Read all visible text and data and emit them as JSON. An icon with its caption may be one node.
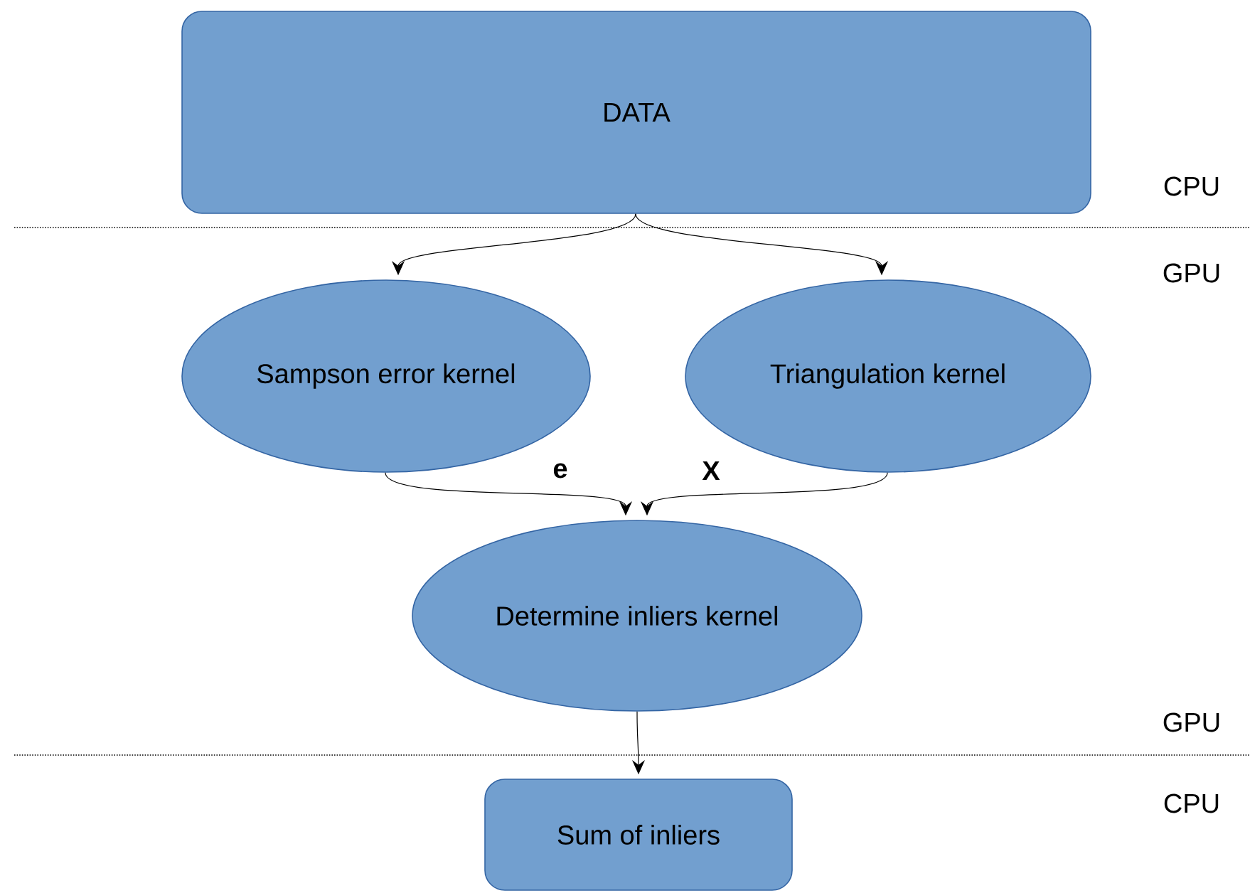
{
  "diagram": {
    "nodes": [
      {
        "text": [
          "DATA"
        ]
      },
      {
        "text": [
          "Sampson error kernel"
        ]
      },
      {
        "text": [
          "Triangulation kernel"
        ]
      },
      {
        "text": [
          "Determine inliers kernel"
        ]
      },
      {
        "text": [
          "Sum of inliers"
        ]
      }
    ],
    "edges": [
      {
        "from": 0,
        "to": 1,
        "arrow": "to"
      },
      {
        "from": 0,
        "to": 2,
        "arrow": "to"
      },
      {
        "from": 1,
        "to": 3,
        "arrow": "to",
        "label": "e"
      },
      {
        "from": 2,
        "to": 3,
        "arrow": "to",
        "label": "X"
      },
      {
        "from": 3,
        "to": 4,
        "arrow": "to"
      }
    ],
    "labels": [
      "CPU",
      "GPU",
      "GPU",
      "CPU"
    ]
  }
}
